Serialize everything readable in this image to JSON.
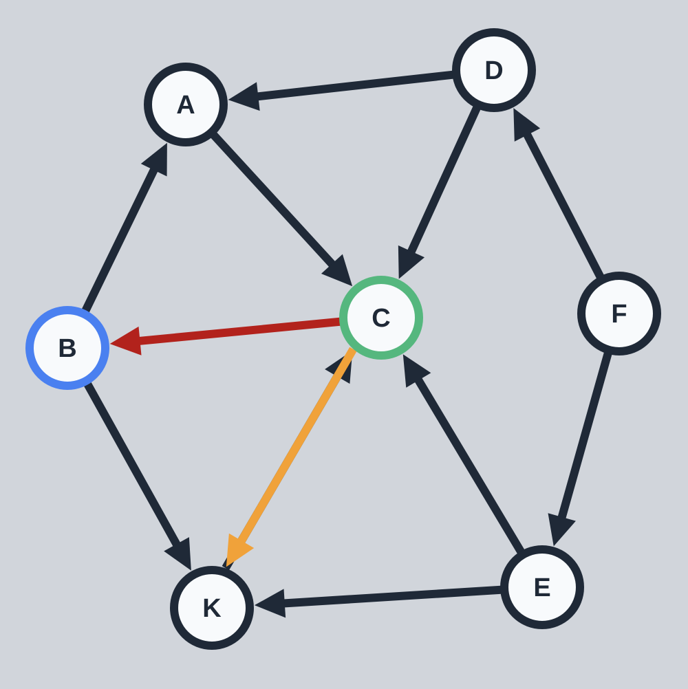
{
  "colors": {
    "background": "#d1d5db",
    "node_fill": "#f8fafc",
    "default": "#1f2937",
    "blue": "#4a80f0",
    "green": "#55b77e",
    "red": "#b2221c",
    "orange": "#f0a23a"
  },
  "nodes": [
    {
      "id": "A",
      "label": "A",
      "outline": "default"
    },
    {
      "id": "B",
      "label": "B",
      "outline": "blue"
    },
    {
      "id": "C",
      "label": "C",
      "outline": "green"
    },
    {
      "id": "D",
      "label": "D",
      "outline": "default"
    },
    {
      "id": "E",
      "label": "E",
      "outline": "default"
    },
    {
      "id": "F",
      "label": "F",
      "outline": "default"
    },
    {
      "id": "K",
      "label": "K",
      "outline": "default"
    }
  ],
  "edges": [
    {
      "from": "D",
      "to": "A",
      "color": "default"
    },
    {
      "from": "A",
      "to": "C",
      "color": "default"
    },
    {
      "from": "D",
      "to": "C",
      "color": "default"
    },
    {
      "from": "B",
      "to": "A",
      "color": "default"
    },
    {
      "from": "F",
      "to": "D",
      "color": "default"
    },
    {
      "from": "C",
      "to": "B",
      "color": "red"
    },
    {
      "from": "F",
      "to": "E",
      "color": "default"
    },
    {
      "from": "B",
      "to": "K",
      "color": "default"
    },
    {
      "from": "K",
      "to": "C",
      "color": "default"
    },
    {
      "from": "C",
      "to": "K",
      "color": "orange"
    },
    {
      "from": "E",
      "to": "C",
      "color": "default"
    },
    {
      "from": "E",
      "to": "K",
      "color": "default"
    }
  ]
}
